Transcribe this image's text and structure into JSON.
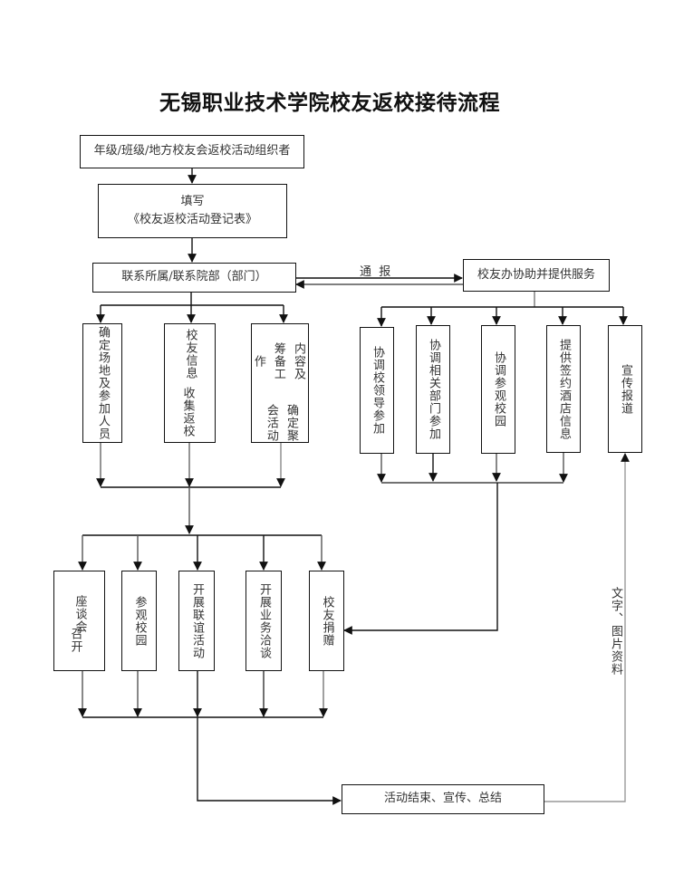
{
  "title": "无锡职业技术学院校友返校接待流程",
  "nodes": {
    "organizer": "年级/班级/地方校友会返校活动组织者",
    "fill_form": {
      "line1": "填写",
      "line2": "《校友返校活动登记表》"
    },
    "contact_dept": "联系所属/联系院部（部门）",
    "alumni_office": "校友办协助并提供服务",
    "left_tasks": [
      {
        "col1": "确定场地及参加人员"
      },
      {
        "col1": "校友信息",
        "col2": "收集返校"
      },
      {
        "col1": "内容及筹备工作",
        "col2": "确定聚会活动"
      }
    ],
    "office_tasks": [
      "协调校领导参加",
      "协调相关部门参加",
      "协调参观校园",
      "提供签约酒店信息",
      "宣传报道"
    ],
    "activities": [
      {
        "col1": "座谈会",
        "col2": "召开"
      },
      {
        "col1": "参观校园"
      },
      {
        "col1": "开展联谊活动"
      },
      {
        "col1": "开展业务洽谈"
      },
      {
        "col1": "校友捐赠"
      }
    ],
    "conclusion": "活动结束、宣传、总结"
  },
  "edge_labels": {
    "notify": "通  报",
    "materials": "文字、图片资料"
  }
}
